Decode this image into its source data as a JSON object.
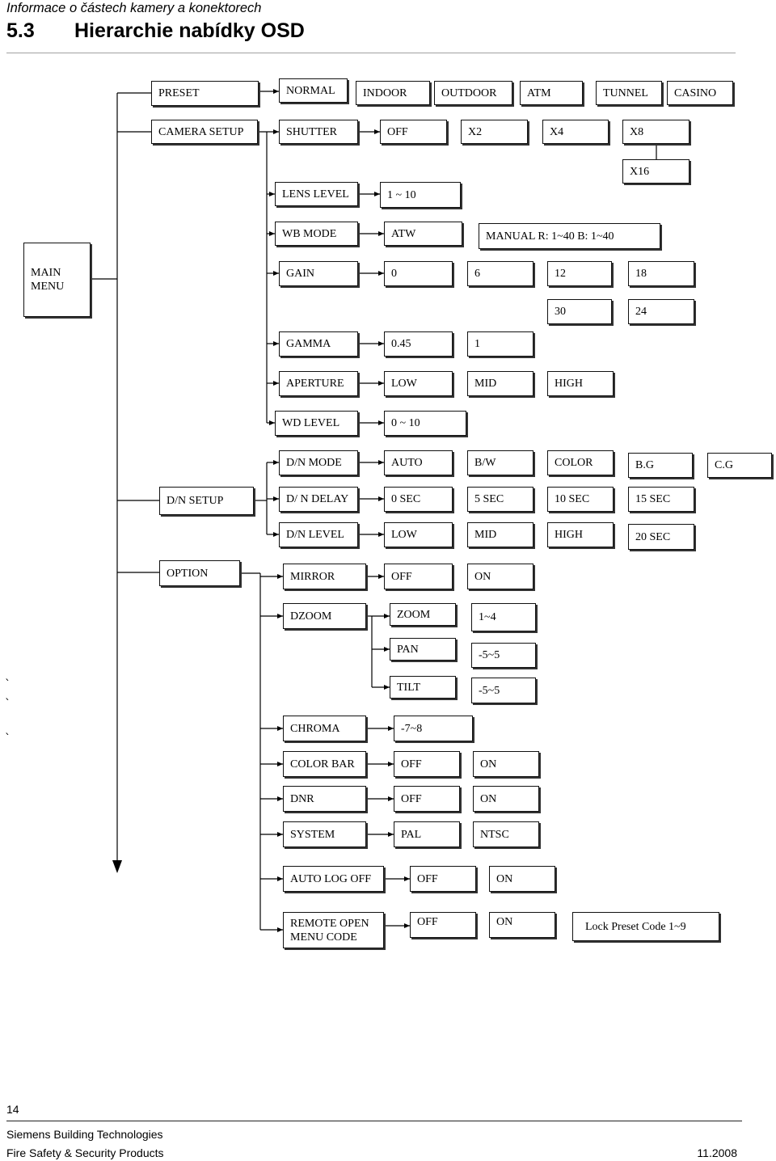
{
  "header": {
    "chapter_title": "Informace o částech kamery a konektorech",
    "section_number": "5.3",
    "section_title": "Hierarchie nabídky OSD"
  },
  "diagram": {
    "root": {
      "line1": "MAIN",
      "line2": "MENU"
    },
    "preset": {
      "label": "PRESET",
      "options": [
        "NORMAL",
        "INDOOR",
        "OUTDOOR",
        "ATM",
        "TUNNEL",
        "CASINO"
      ]
    },
    "camera_setup": {
      "label": "CAMERA SETUP",
      "shutter": {
        "label": "SHUTTER",
        "options": [
          "OFF",
          "X2",
          "X4",
          "X8",
          "X16"
        ]
      },
      "lens_level": {
        "label": "LENS LEVEL",
        "range": "1 ~ 10"
      },
      "wb_mode": {
        "label": "WB MODE",
        "options": [
          "ATW",
          "MANUAL R: 1~40 B: 1~40"
        ]
      },
      "gain": {
        "label": "GAIN",
        "options": [
          "0",
          "6",
          "12",
          "18",
          "24",
          "30"
        ]
      },
      "gamma": {
        "label": "GAMMA",
        "options": [
          "0.45",
          "1"
        ]
      },
      "aperture": {
        "label": "APERTURE",
        "options": [
          "LOW",
          "MID",
          "HIGH"
        ]
      },
      "wd_level": {
        "label": "WD LEVEL",
        "range": "0 ~ 10"
      }
    },
    "dn_setup": {
      "label": "D/N SETUP",
      "dn_mode": {
        "label": "D/N MODE",
        "options": [
          "AUTO",
          "B/W",
          "COLOR",
          "B.G",
          "C.G"
        ]
      },
      "dn_delay": {
        "label": "D/ N DELAY",
        "options": [
          "0 SEC",
          "5 SEC",
          "10 SEC",
          "15 SEC",
          "20 SEC"
        ]
      },
      "dn_level": {
        "label": "D/N LEVEL",
        "options": [
          "LOW",
          "MID",
          "HIGH"
        ]
      }
    },
    "option": {
      "label": "OPTION",
      "mirror": {
        "label": "MIRROR",
        "options": [
          "OFF",
          "ON"
        ]
      },
      "dzoom": {
        "label": "DZOOM",
        "zoom": {
          "label": "ZOOM",
          "range": "1~4"
        },
        "pan": {
          "label": "PAN",
          "range": "-5~5"
        },
        "tilt": {
          "label": "TILT",
          "range": "-5~5"
        }
      },
      "chroma": {
        "label": "CHROMA",
        "range": "-7~8"
      },
      "color_bar": {
        "label": "COLOR BAR",
        "options": [
          "OFF",
          "ON"
        ]
      },
      "dnr": {
        "label": "DNR",
        "options": [
          "OFF",
          "ON"
        ]
      },
      "system": {
        "label": "SYSTEM",
        "options": [
          "PAL",
          "NTSC"
        ]
      },
      "auto_log_off": {
        "label": "AUTO LOG OFF",
        "options": [
          "OFF",
          "ON"
        ]
      },
      "remote_open_menu_code": {
        "line1": "REMOTE OPEN",
        "line2": "MENU CODE",
        "options": [
          "OFF",
          "ON",
          "Lock Preset Code 1~9"
        ]
      }
    }
  },
  "margin_marks": [
    "ˋ",
    "ˋ",
    "ˋ"
  ],
  "footer": {
    "page_number": "14",
    "company": "Siemens Building Technologies",
    "division": "Fire Safety & Security Products",
    "date": "11.2008"
  }
}
